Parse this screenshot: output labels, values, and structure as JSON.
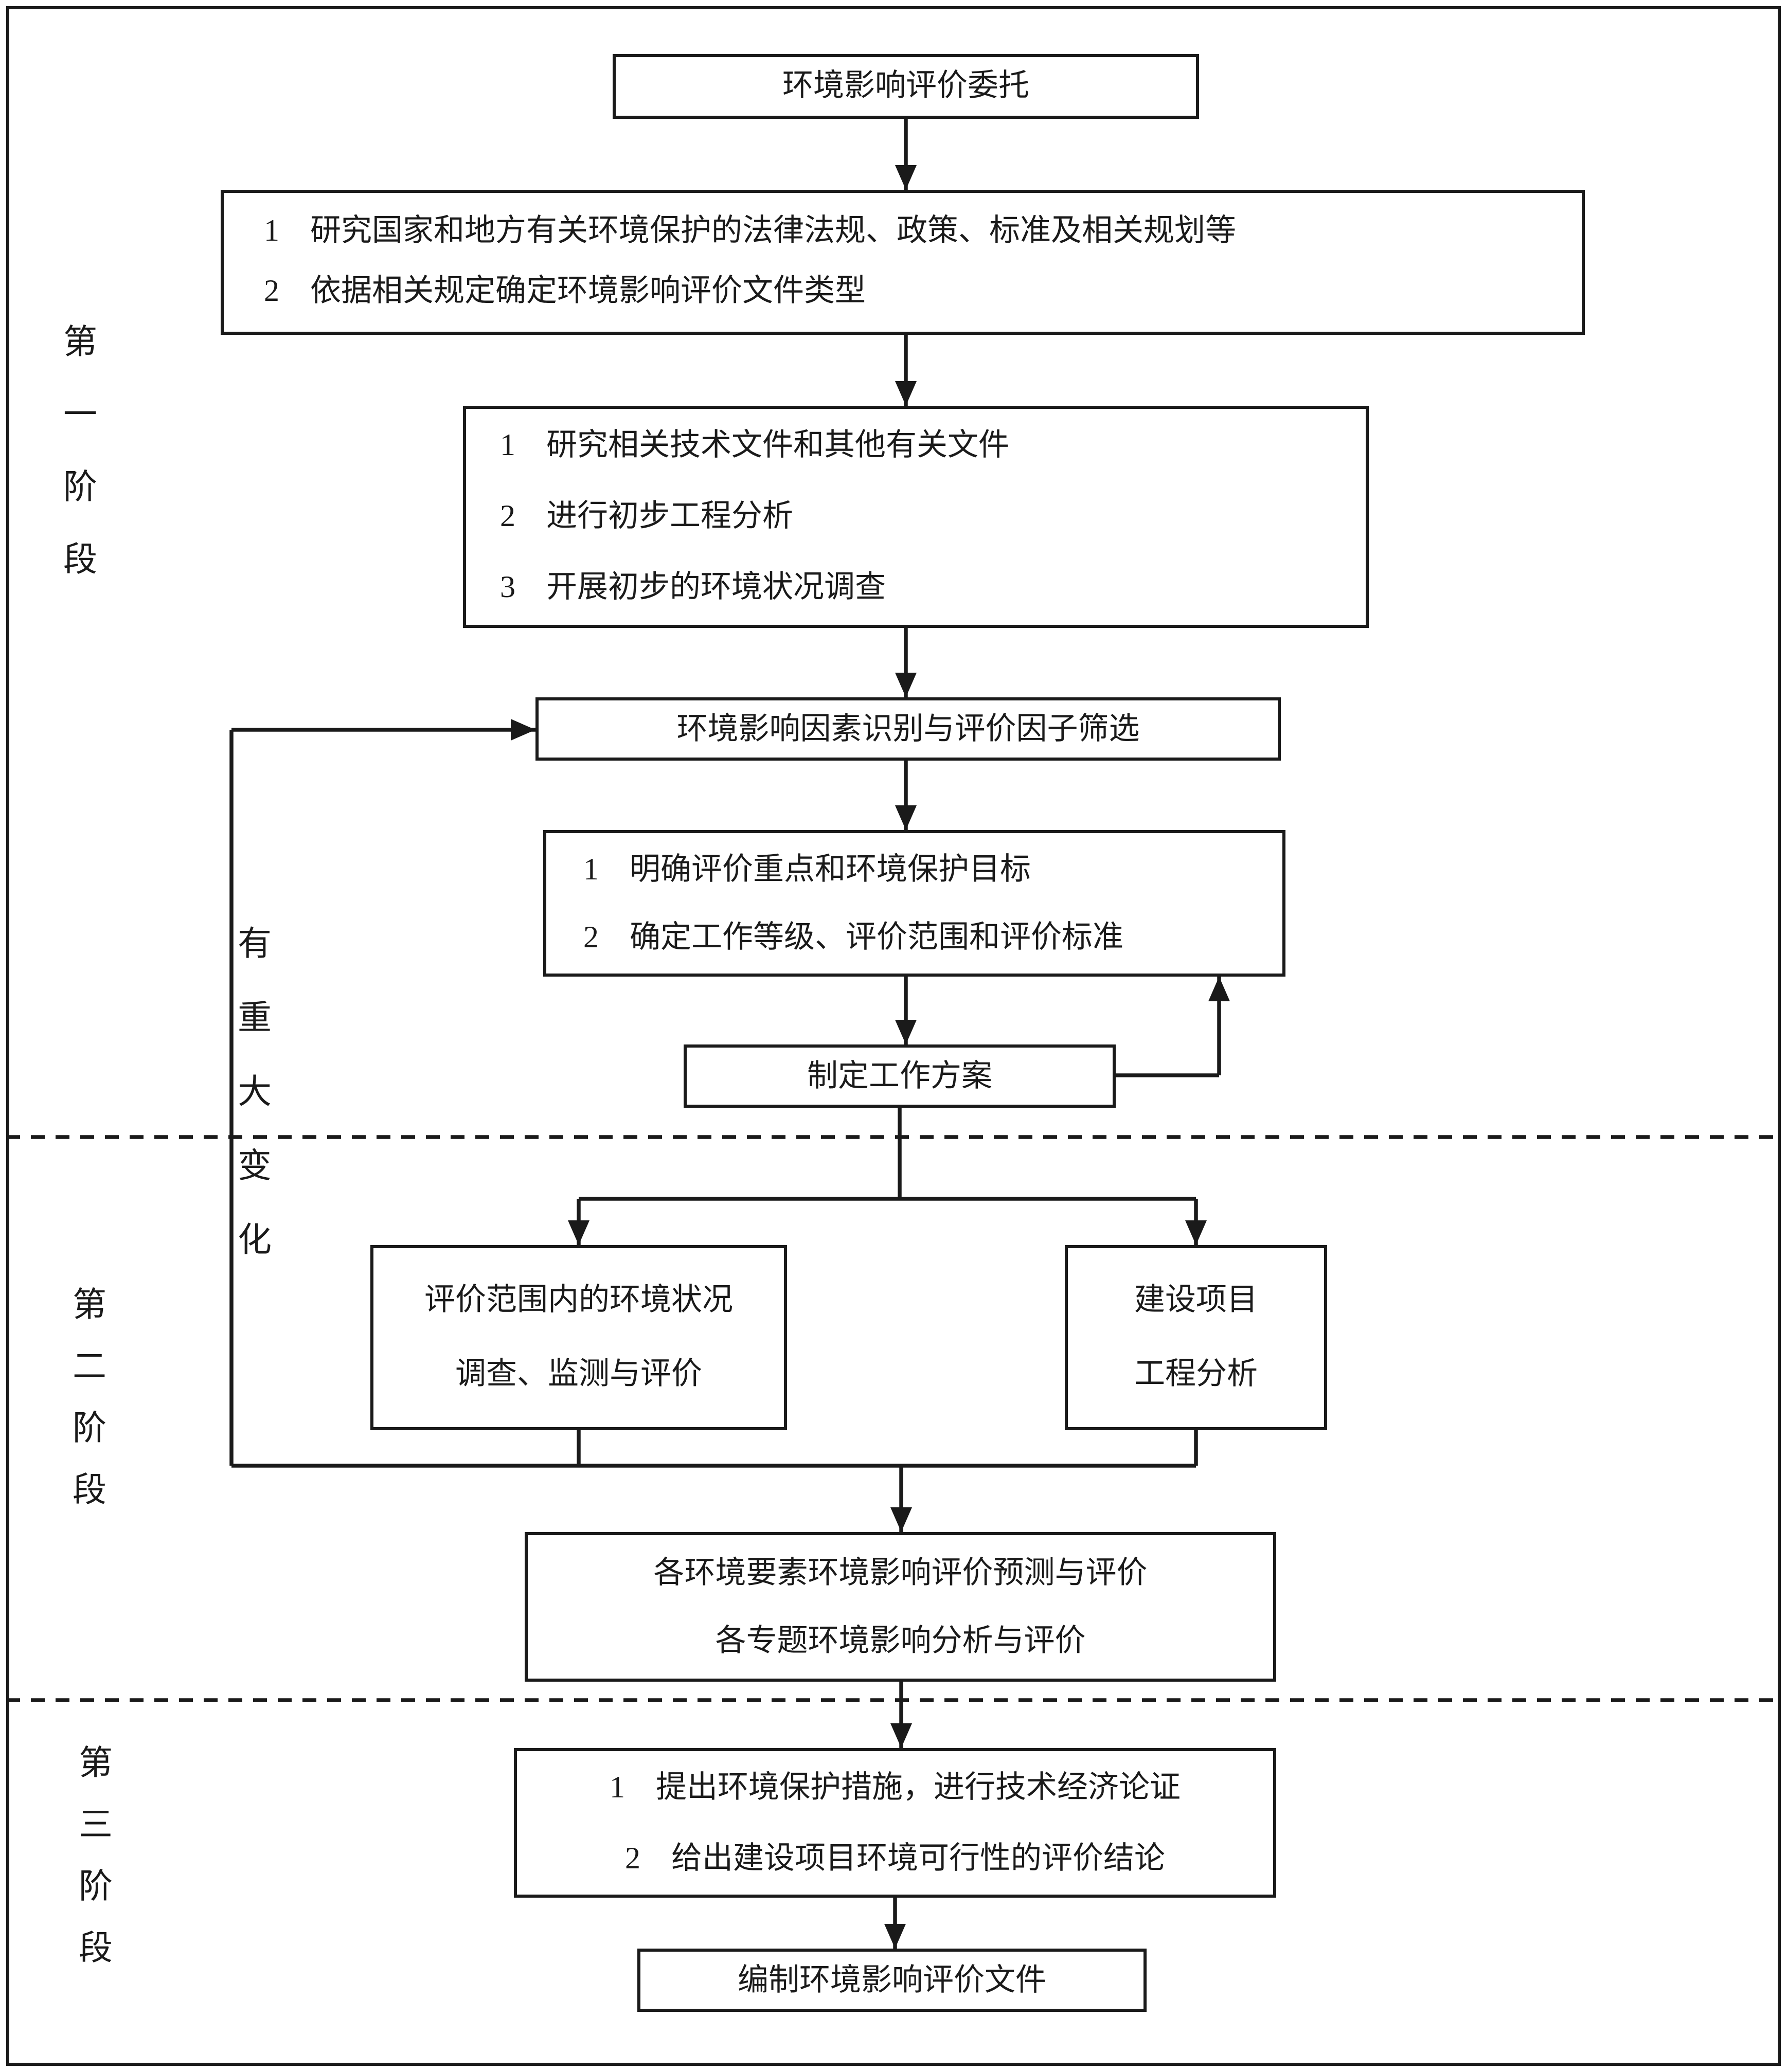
{
  "colors": {
    "ink": "#1a1a1a",
    "background": "#ffffff"
  },
  "stage_labels": {
    "stage1": "第\n一\n阶\n段",
    "stage2": "第\n二\n阶\n段",
    "stage3": "第\n三\n阶\n段",
    "feedback": "有\n重\n大\n变\n化"
  },
  "nodes": {
    "commission": "环境影响评价委托",
    "laws": "1　研究国家和地方有关环境保护的法律法规、政策、标准及相关规划等\n2　依据相关规定确定环境影响评价文件类型",
    "preliminary": "1　研究相关技术文件和其他有关文件\n2　进行初步工程分析\n3　开展初步的环境状况调查",
    "identify": "环境影响因素识别与评价因子筛选",
    "focus": "1　明确评价重点和环境保护目标\n2　确定工作等级、评价范围和评价标准",
    "plan": "制定工作方案",
    "survey": "评价范围内的环境状况\n调查、监测与评价",
    "project": "建设项目\n工程分析",
    "predict": "各环境要素环境影响评价预测与评价\n各专题环境影响分析与评价",
    "measures": "1　提出环境保护措施，进行技术经济论证\n2　给出建设项目环境可行性的评价结论",
    "compile": "编制环境影响评价文件"
  }
}
